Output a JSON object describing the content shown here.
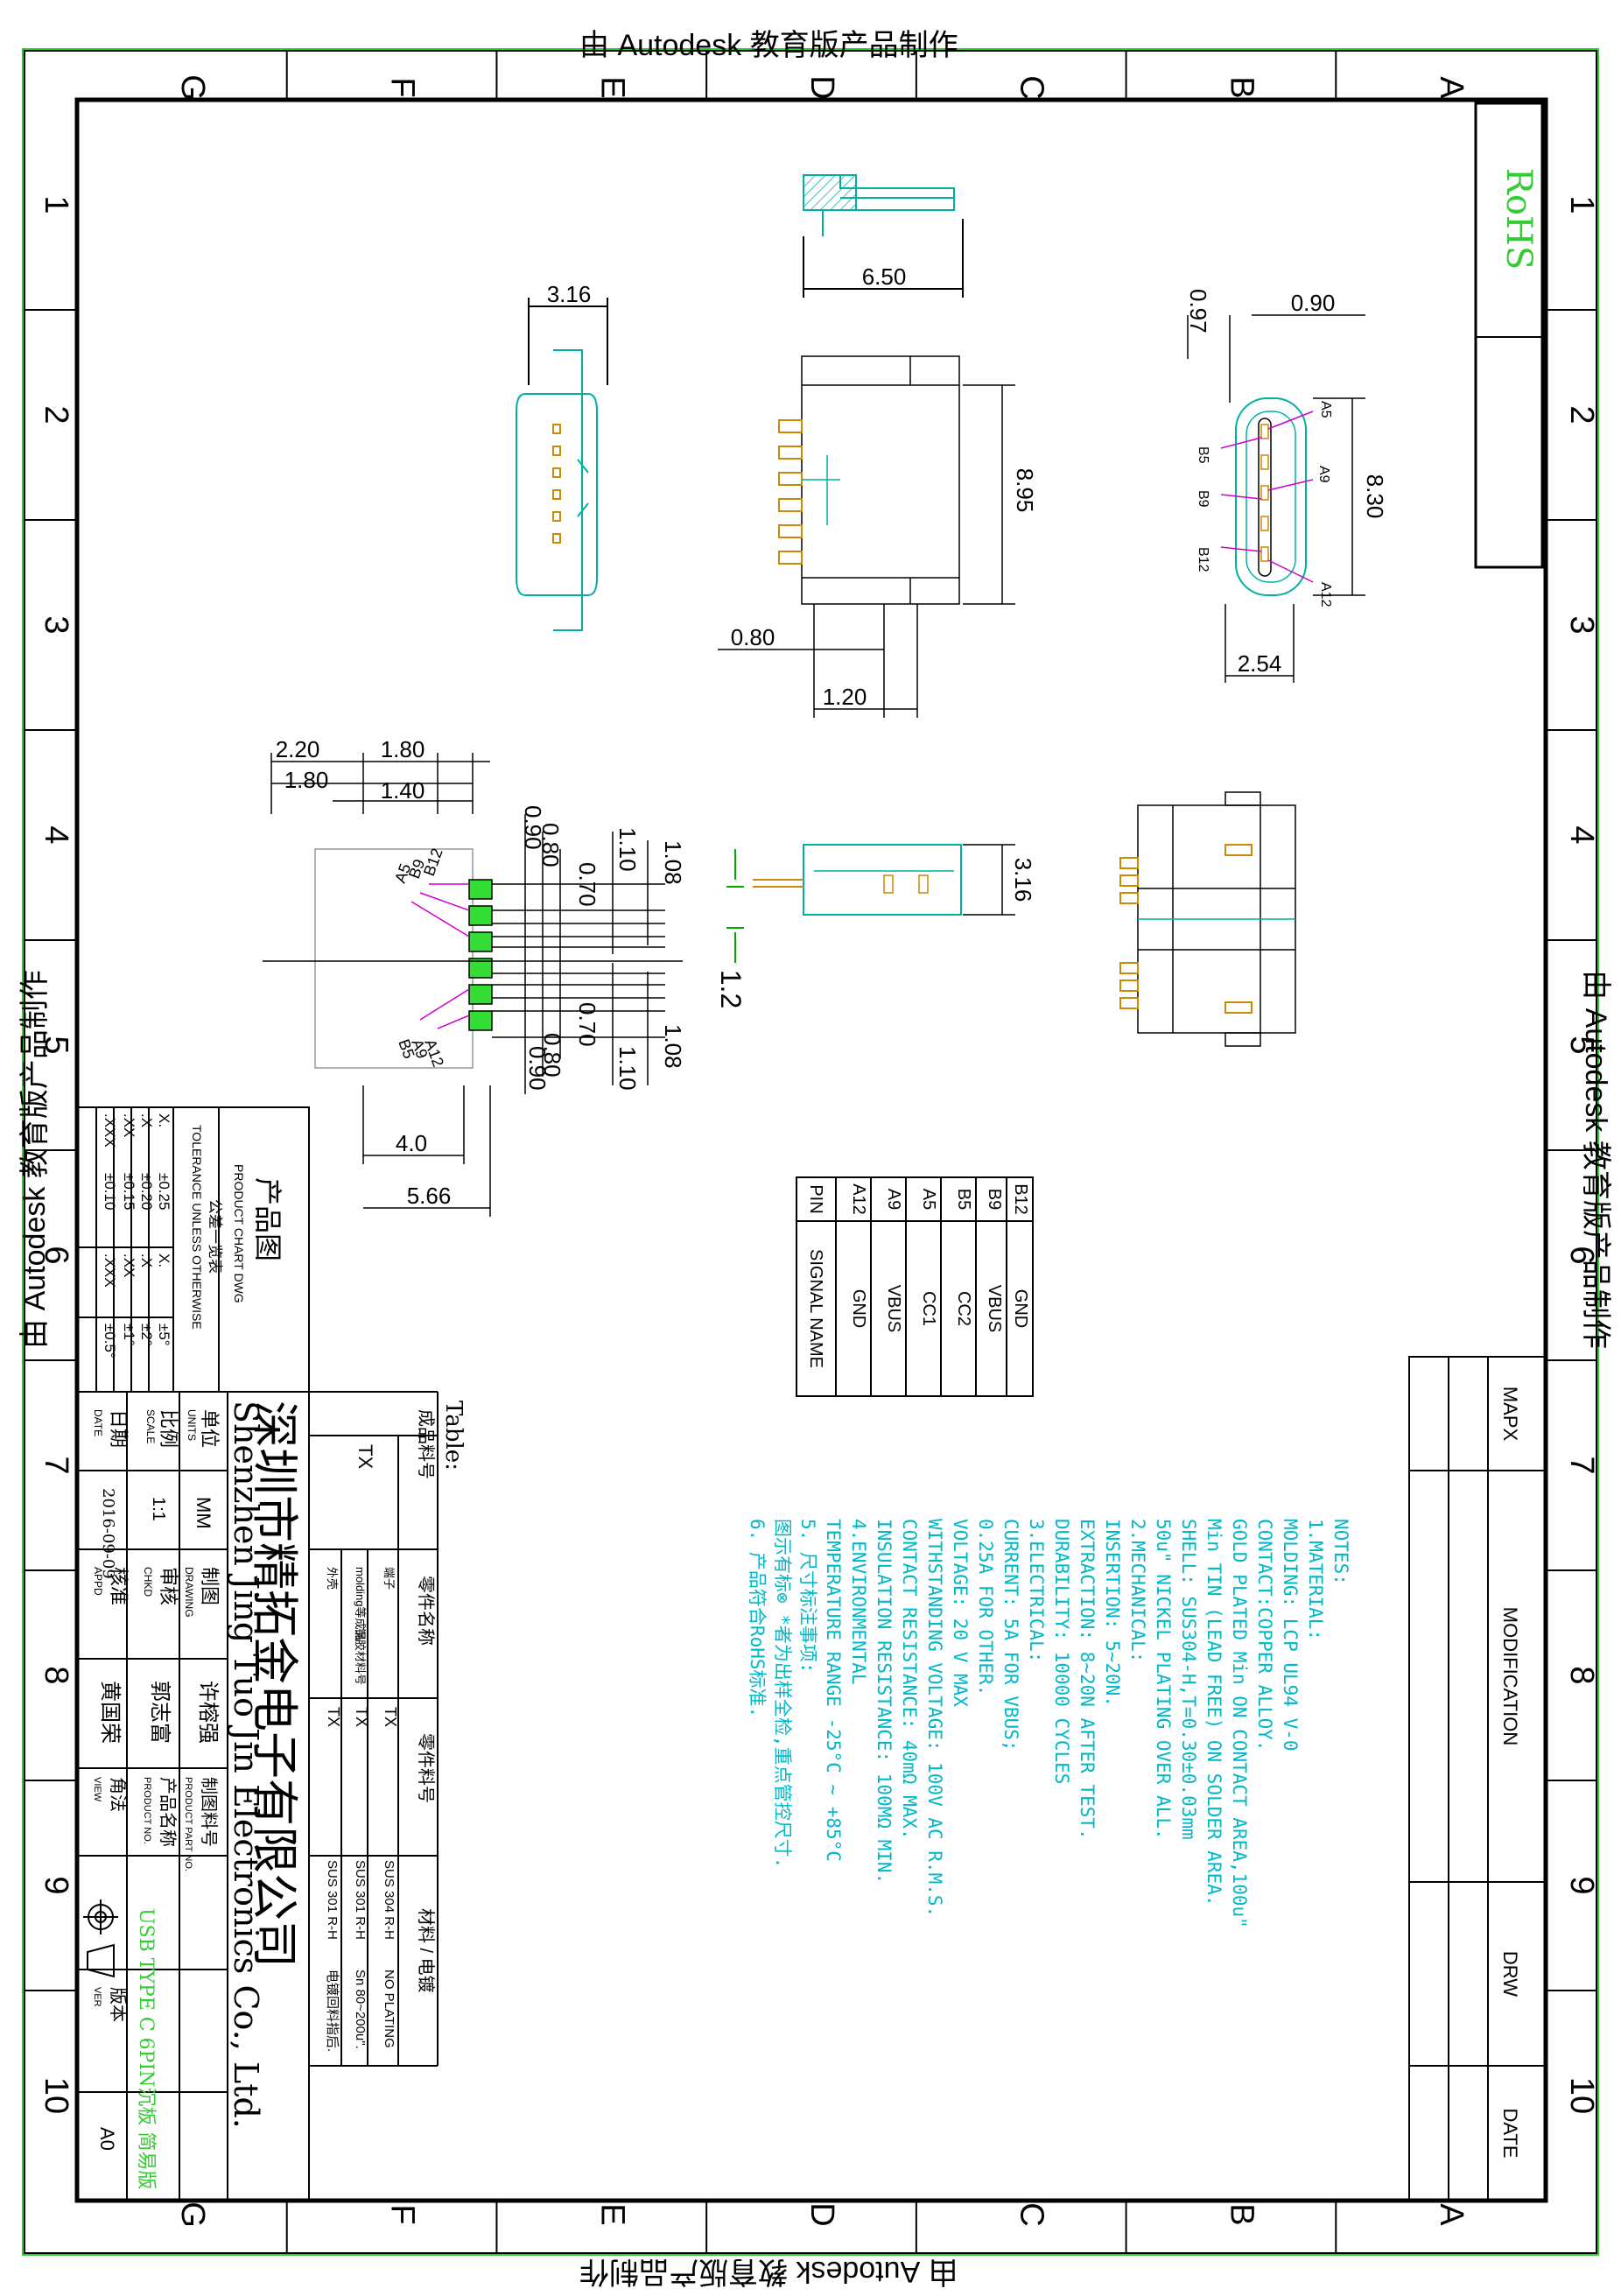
{
  "watermark": "由 Autodesk 教育版产品制作",
  "zone_letters": [
    "G",
    "F",
    "E",
    "D",
    "C",
    "B",
    "A"
  ],
  "zone_numbers": [
    "1",
    "2",
    "3",
    "4",
    "5",
    "6",
    "7",
    "8",
    "9",
    "10"
  ],
  "rohs": "RoHS",
  "dims": {
    "top_6_50": "6.50",
    "side_3_16": "3.16",
    "d_0_97": "0.97",
    "d_0_90": "0.90",
    "d_8_95": "8.95",
    "d_8_30": "8.30",
    "d_0_80": "0.80",
    "d_1_20": "1.20",
    "d_2_54": "2.54",
    "d_2_20": "2.20",
    "d_1_80a": "1.80",
    "d_1_80b": "1.80",
    "d_1_40": "1.40",
    "d_0_90a": "0.90",
    "d_0_80a": "0.80",
    "d_0_70a": "0.70",
    "d_1_10a": "1.10",
    "d_1_08a": "1.08",
    "d_0_90b": "0.90",
    "d_0_80b": "0.80",
    "d_0_70b": "0.70",
    "d_1_10b": "1.10",
    "d_1_08b": "1.08",
    "d_3_16b": "3.16",
    "d_1_2": "1.2",
    "d_4_0": "4.0",
    "d_5_66": "5.66"
  },
  "pin_labels": {
    "a5": "A5",
    "b5": "B5",
    "a9": "A9",
    "b9": "B9",
    "a12": "A12",
    "b12": "B12",
    "a5l": "A5",
    "b9l": "B9",
    "b12l": "B12",
    "b5l": "B5",
    "a9l": "A9",
    "a12l": "A12"
  },
  "pin_table": {
    "header_pin": "PIN",
    "header_signal": "SIGNAL NAME",
    "rows": [
      {
        "pin": "B12",
        "signal": "GND"
      },
      {
        "pin": "B9",
        "signal": "VBUS"
      },
      {
        "pin": "B5",
        "signal": "CC2"
      },
      {
        "pin": "A5",
        "signal": "CC1"
      },
      {
        "pin": "A9",
        "signal": "VBUS"
      },
      {
        "pin": "A12",
        "signal": "GND"
      }
    ]
  },
  "notes": [
    "NOTES:",
    "1.MATERIAL:",
    "   MOLDING: LCP UL94 V-0",
    "   CONTACT:COPPER ALLOY.",
    "   GOLD PLATED Min ON CONTACT AREA,100u\"",
    "   Min TIN (LEAD FREE) ON SOLDER AREA.",
    "   SHELL: SUS304-H,T=0.30±0.03mm",
    "         50u\" NICKEL PLATING OVER ALL.",
    "2.MECHANICAL:",
    "   INSERTION: 5~20N.",
    "   EXTRACTION: 8~20N AFTER TEST.",
    "   DURABILITY: 10000 CYCLES",
    "3.ELECTRICAL:",
    "   CURRENT: 5A FOR VBUS;",
    "              0.25A FOR OTHER.",
    "   VOLTAGE: 20 V MAX",
    "   WITHSTANDING VOLTAGE: 100V AC R.M.S.",
    "   CONTACT RESISTANCE: 40mΩ MAX.",
    "   INSULATION RESISTANCE: 100MΩ MIN.",
    "4.ENVIRONMENTAL",
    "   TEMPERATURE RANGE -25°C ~ +85°C",
    "5. 尺寸标注事项:",
    "      图示有标⊗ *者为出样全检,重点管控尺寸.",
    "6. 产品符合RoHS标准."
  ],
  "revision": {
    "mapx": "MAPX",
    "modification": "MODIFICATION",
    "drw": "DRW",
    "date": "DATE"
  },
  "tolerance": {
    "title_en": "TOLERANCE UNLESS OTHERWISE",
    "title_cn": "公差一览表",
    "rows": [
      [
        "X.",
        "±0.25",
        "X.",
        "±5°"
      ],
      [
        ".X",
        "±0.20",
        ".X",
        "±2°"
      ],
      [
        ".XX",
        "±0.15",
        ".XX",
        "±1°"
      ],
      [
        ".XXX",
        "±0.10",
        ".XXX",
        "±0.5°"
      ]
    ]
  },
  "product_chart": {
    "cn": "产品图",
    "en": "PRODUCT CHART DWG"
  },
  "company": {
    "cn": "深圳市精拓金电子有限公司",
    "en": "Shenzhen Jing Tuo Jin Electronics Co., Ltd."
  },
  "title_block": {
    "unit_label_cn": "单位",
    "unit_label_en": "UNITS",
    "unit_value": "MM",
    "scale_label_cn": "比例",
    "scale_label_en": "SCALE",
    "scale_value": "1:1",
    "date_label_cn": "日期",
    "date_label_en": "DATE",
    "date_value": "2016-09-09",
    "drawing_cn": "制图",
    "drawing_en": "DRAWING",
    "drawing_value": "许榕强",
    "chkd_cn": "审核",
    "chkd_en": "CHKD",
    "chkd_value": "郭志富",
    "appd_cn": "核准",
    "appd_en": "APPD",
    "appd_value": "黄国荣",
    "partno_cn": "制图料号",
    "partno_en": "PRODUCT PART NO.",
    "prodno_cn": "产品名称",
    "prodno_en": "PRODUCT NO.",
    "product_name": "USB TYPE C 6PIN沉板 简易版",
    "view_cn": "角法",
    "view_en": "VIEW",
    "ver_cn": "版本",
    "ver_en": "VER",
    "ver_value": "A0"
  },
  "bom": {
    "table_label": "Table:",
    "col1": "成品料号",
    "col2": "零件名称",
    "col3": "零件料号",
    "col4": "材料 / 电镀",
    "finished": "TX",
    "rows": [
      {
        "name": "端子",
        "part": "TX",
        "material": "SUS 304 R-H",
        "plating": "NO PLATING"
      },
      {
        "name": "molding等成品",
        "part": "TX",
        "material": "SUS 301 R-H",
        "plating": "Sn 80~200u\"."
      },
      {
        "name": "外壳",
        "part": "TX",
        "material": "SUS 301 R-H",
        "plating": "电镀回料指后."
      }
    ],
    "extra": "铜胶材料号"
  },
  "colors": {
    "frame": "#000000",
    "outer_green": "#00cc00",
    "cyan": "#00c8c8",
    "teal": "#00a890",
    "magenta": "#d000d0",
    "orange": "#d08a00",
    "rohs": "#33cc33",
    "green": "#33cc33"
  }
}
